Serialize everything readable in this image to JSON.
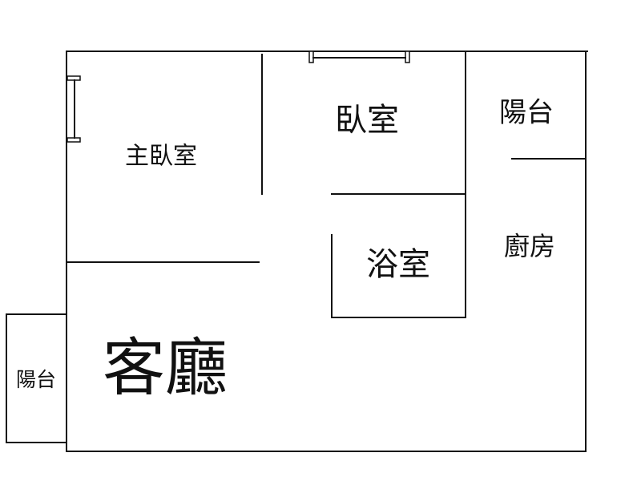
{
  "rooms": {
    "master_bedroom": "主臥室",
    "bedroom": "臥室",
    "balcony_top": "陽台",
    "bathroom": "浴室",
    "kitchen": "廚房",
    "living_room": "客廳",
    "balcony_left": "陽台"
  }
}
